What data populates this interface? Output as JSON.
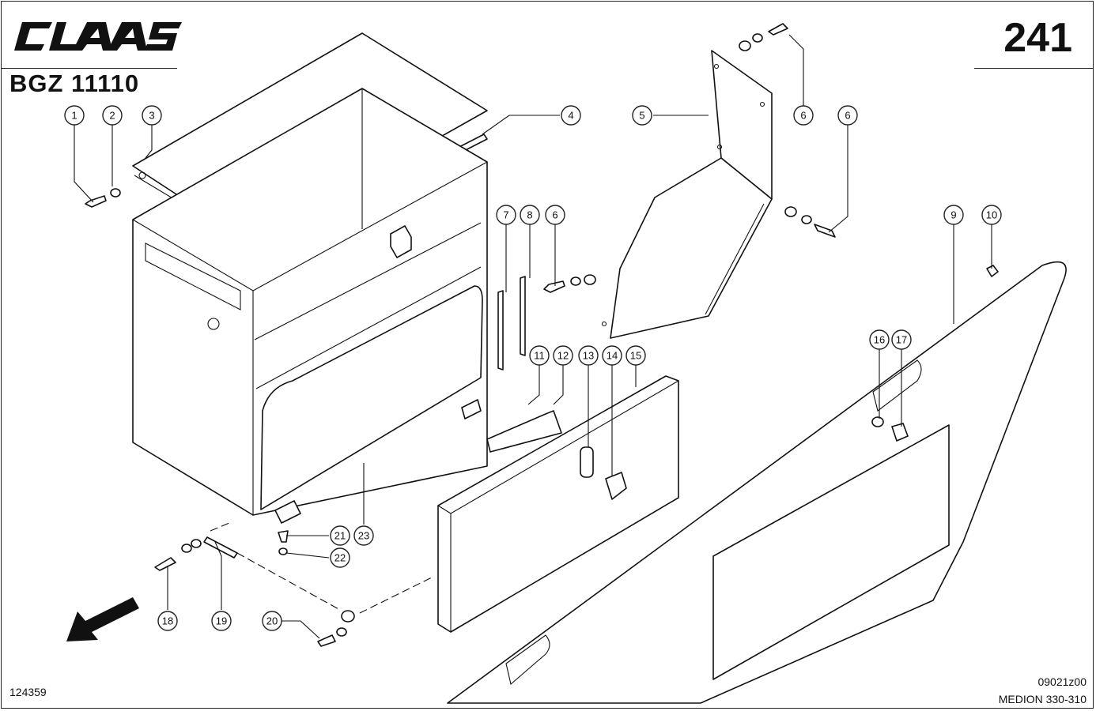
{
  "header": {
    "brand": "CLAAS",
    "model": "BGZ 11110",
    "page_number": "241"
  },
  "footer": {
    "drawing_number": "124359",
    "reference_code": "09021z00",
    "machine": "MEDION 330-310"
  },
  "callouts": [
    {
      "id": "c1",
      "label": "1"
    },
    {
      "id": "c2",
      "label": "2"
    },
    {
      "id": "c3",
      "label": "3"
    },
    {
      "id": "c4",
      "label": "4"
    },
    {
      "id": "c5",
      "label": "5"
    },
    {
      "id": "c6a",
      "label": "6"
    },
    {
      "id": "c6b",
      "label": "6"
    },
    {
      "id": "c6c",
      "label": "6"
    },
    {
      "id": "c7",
      "label": "7"
    },
    {
      "id": "c8",
      "label": "8"
    },
    {
      "id": "c9",
      "label": "9"
    },
    {
      "id": "c10",
      "label": "10"
    },
    {
      "id": "c11",
      "label": "11"
    },
    {
      "id": "c12",
      "label": "12"
    },
    {
      "id": "c13",
      "label": "13"
    },
    {
      "id": "c14",
      "label": "14"
    },
    {
      "id": "c15",
      "label": "15"
    },
    {
      "id": "c16",
      "label": "16"
    },
    {
      "id": "c17",
      "label": "17"
    },
    {
      "id": "c18",
      "label": "18"
    },
    {
      "id": "c19",
      "label": "19"
    },
    {
      "id": "c20",
      "label": "20"
    },
    {
      "id": "c21",
      "label": "21"
    },
    {
      "id": "c22",
      "label": "22"
    },
    {
      "id": "c23",
      "label": "23"
    }
  ]
}
